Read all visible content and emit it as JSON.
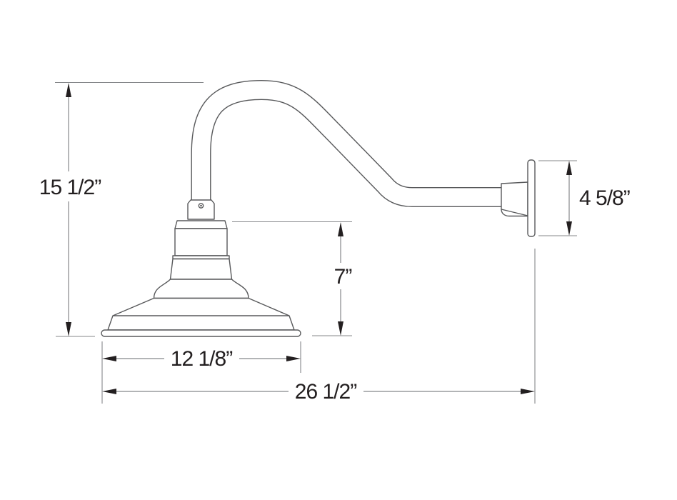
{
  "colors": {
    "background": "#ffffff",
    "outline": "#58595b",
    "dimension_line": "#85878a",
    "arrow_and_text": "#231f20"
  },
  "dimensions": {
    "overall_height": {
      "label": "15 1/2”"
    },
    "shade_assembly_height": {
      "label": "7”"
    },
    "wall_plate_height": {
      "label": "4 5/8”"
    },
    "shade_diameter": {
      "label": "12 1/8”"
    },
    "overall_projection": {
      "label": "26 1/2”"
    }
  },
  "parts": [
    "gooseneck-arm",
    "wall-backplate",
    "mount-bracket",
    "swivel-coupler",
    "set-screw",
    "neck",
    "shade",
    "shade-rim"
  ]
}
